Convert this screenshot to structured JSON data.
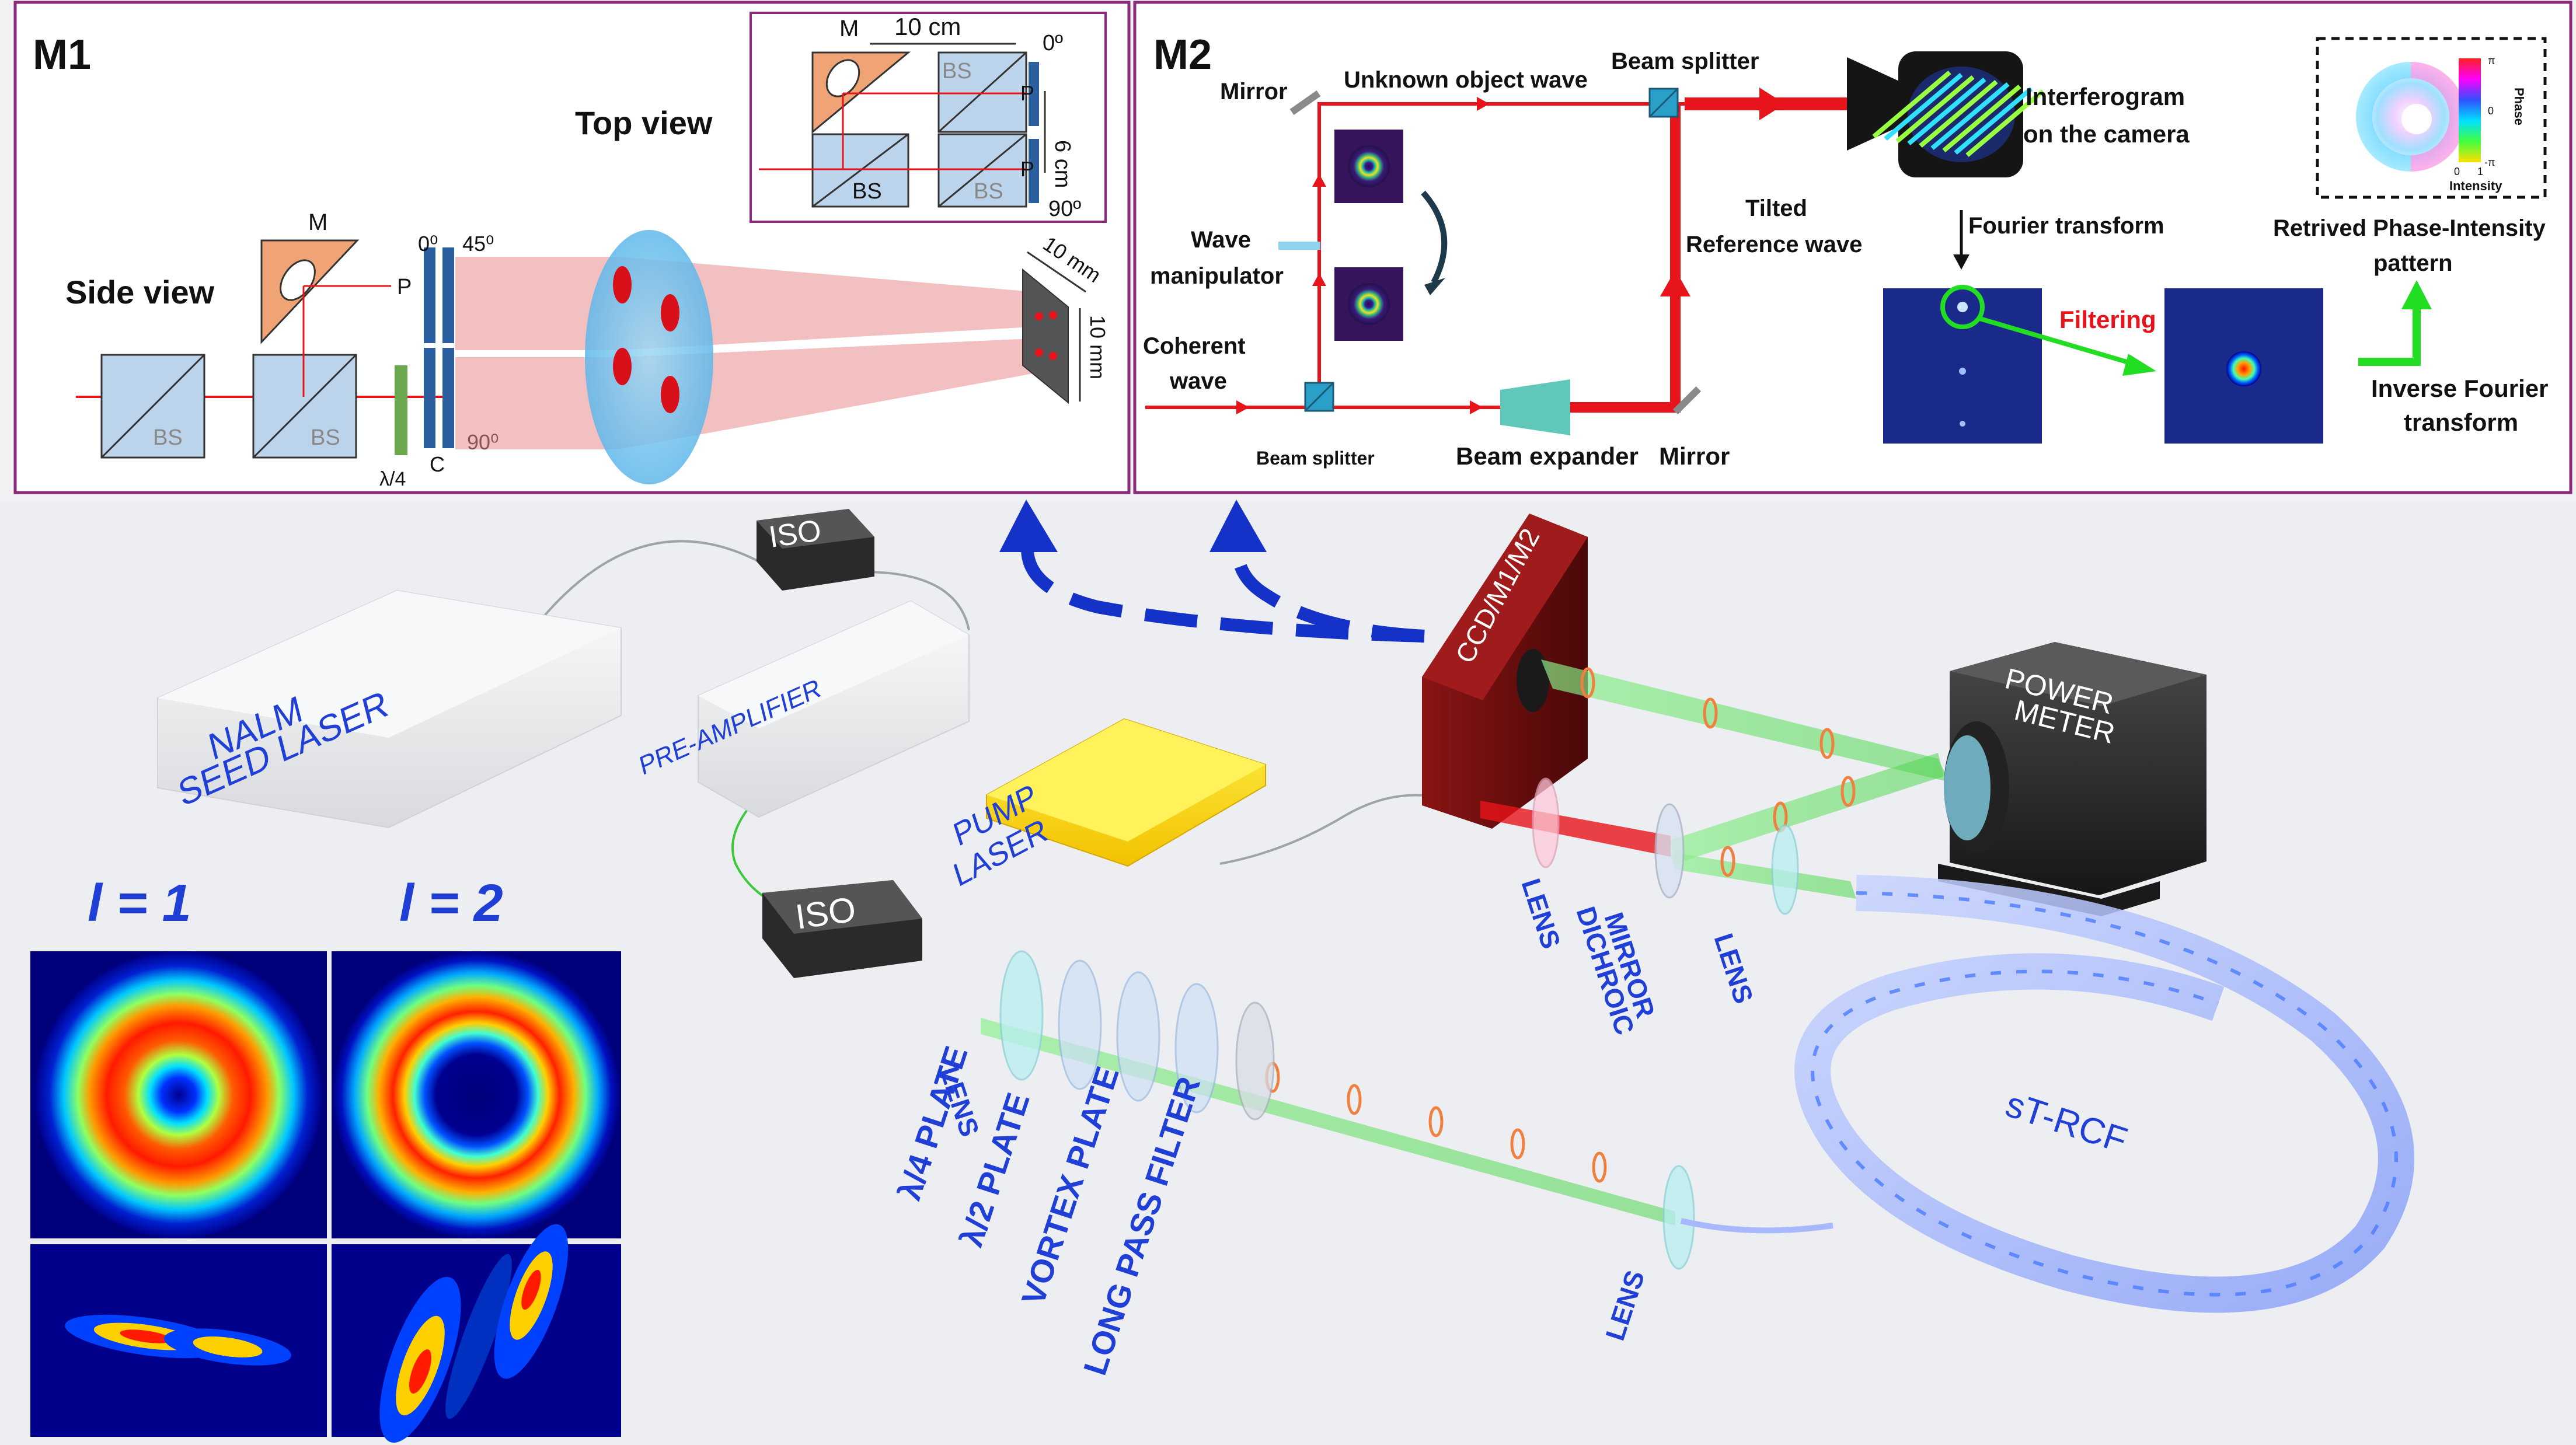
{
  "m1": {
    "label": "M1",
    "top_view": "Top view",
    "side_view": "Side view",
    "top_dim_width": "10 cm",
    "top_dim_height": "6 cm",
    "angle_top": "0º",
    "angle_bottom": "90º",
    "m": "M",
    "bs": "BS",
    "p": "P",
    "c": "C",
    "qwp": "λ/4",
    "angle_0": "0⁰",
    "angle_45": "45⁰",
    "angle_90": "90⁰",
    "dim_10mm_a": "10 mm",
    "dim_10mm_b": "10 mm"
  },
  "m2": {
    "label": "M2",
    "mirror_top": "Mirror",
    "unknown_object_wave": "Unknown object wave",
    "beam_splitter_top": "Beam splitter",
    "interferogram": [
      "Interferogram",
      "on the camera"
    ],
    "wave_manipulator": [
      "Wave",
      "manipulator"
    ],
    "coherent_wave": [
      "Coherent",
      "wave"
    ],
    "tilted_reference": [
      "Tilted",
      "Reference wave"
    ],
    "beam_splitter_bottom": "Beam splitter",
    "beam_expander": "Beam expander",
    "mirror_bottom": "Mirror",
    "fourier_transform": "Fourier transform",
    "filtering": "Filtering",
    "retrieved": [
      "Retrived Phase-Intensity",
      "pattern"
    ],
    "inverse_fourier": [
      "Inverse Fourier",
      "transform"
    ],
    "inset_phase": "Phase",
    "inset_intensity": "Intensity",
    "inset_pi_top": "π",
    "inset_zero": "0",
    "inset_pi_bottom": "-π",
    "inset_axis_0": "0",
    "inset_axis_1": "1"
  },
  "setup": {
    "seed_laser": [
      "NALM",
      "SEED LASER"
    ],
    "iso_top": "ISO",
    "iso_bottom": "ISO",
    "pre_amplifier": "PRE-AMPLIFIER",
    "pump_laser": [
      "PUMP",
      "LASER"
    ],
    "ccd": "CCD/M1/M2",
    "power_meter": [
      "POWER",
      "METER"
    ],
    "lens_1": "LENS",
    "dichroic": [
      "DICHROIC",
      "MIRROR"
    ],
    "lens_2": "LENS",
    "lens_3": "LENS",
    "quarter_plate": "λ/4 PLATE",
    "half_plate": "λ/2 PLATE",
    "vortex_plate": "VORTEX PLATE",
    "long_pass": "LONG PASS FILTER",
    "lens_4": "LENS",
    "fiber": "sT-RCF"
  },
  "modes": {
    "l1": "l = 1",
    "l2": "l = 2"
  },
  "colors": {
    "panel_border": "#8b2a7c",
    "laser_red": "#e8141b",
    "beam_green": "#5fdc5f",
    "label_blue": "#1f3fd6",
    "arrow_blue": "#1432c8",
    "filter_green": "#22dd22"
  }
}
